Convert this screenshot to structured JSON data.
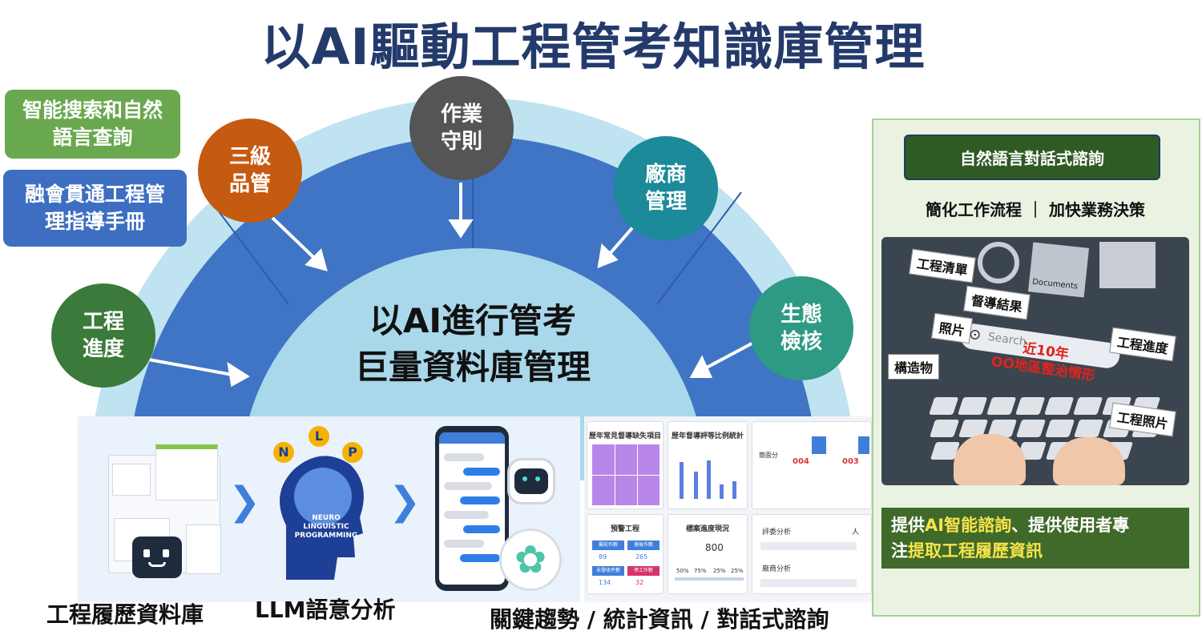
{
  "title": "以AI驅動工程管考知識庫管理",
  "side_tags": {
    "tag1": "智能搜索和自然\n語言查詢",
    "tag2": "融會貫通工程管\n理指導手冊"
  },
  "circles": {
    "progress": "工程\n進度",
    "three_level_qc": "三級\n品管",
    "work_rules": "作業\n守則",
    "vendor_mgmt": "廠商\n管理",
    "eco_check": "生態\n檢核"
  },
  "center_text": "以AI進行管考\n巨量資料庫管理",
  "bottom": {
    "nlp_letters": [
      "N",
      "L",
      "P"
    ],
    "nlp_brain_text": "NEURO\nLINGUISTIC\nPROGRAMMING",
    "caption_db": "工程履歷資料庫",
    "caption_llm": "LLM語意分析",
    "caption_trends": "關鍵趨勢 / 統計資訊 / 對話式諮詢"
  },
  "dashboard": {
    "panel1_title": "歷年常見督導缺失項目",
    "panel2_title": "歷年督導評等比例統計",
    "panel3_title": "預警工程",
    "panel4_title": "標案進度現況",
    "panel3_cells": [
      "屬前作數",
      "落後作數",
      "未發收件數",
      "停工作數"
    ],
    "panel3_values": [
      "89",
      "265",
      "134",
      "32"
    ],
    "panel4_value": "800",
    "panel4_pcts": [
      "50%",
      "75%",
      "25%",
      "25%"
    ],
    "panel5_nums": [
      "004",
      "003"
    ],
    "panel5_labels": [
      "評委分析",
      "廠商分析",
      "簡面分",
      "人"
    ]
  },
  "right_panel": {
    "header": "自然語言對話式諮詢",
    "subtitle": "簡化工作流程 ｜ 加快業務決策",
    "photo_labels": {
      "checklist": "工程清單",
      "inspection": "督導結果",
      "photos": "照片",
      "progress": "工程進度",
      "structures": "構造物",
      "eng_photos": "工程照片",
      "documents": "Documents",
      "search": "Search",
      "query_line1": "近10年",
      "query_line2": "OO地區整治情形"
    },
    "bottom_line1_a": "提供",
    "bottom_line1_hl": "AI智能諮詢",
    "bottom_line1_b": "、提供使用者專",
    "bottom_line2_a": "注",
    "bottom_line2_hl": "提取工程履歷資訊"
  },
  "colors": {
    "title": "#233a6b",
    "outer_ring": "#a8d8ea",
    "middle_band": "#3f75c4",
    "inner_circle": "#a8d8ea",
    "green_tag": "#6aa84f",
    "blue_tag": "#3e6ec2",
    "orange_circle": "#c55a11",
    "gray_circle": "#555555",
    "teal_circle": "#1c8a99",
    "green_circle": "#3b7a3a",
    "sea_green_circle": "#2e9a83"
  }
}
